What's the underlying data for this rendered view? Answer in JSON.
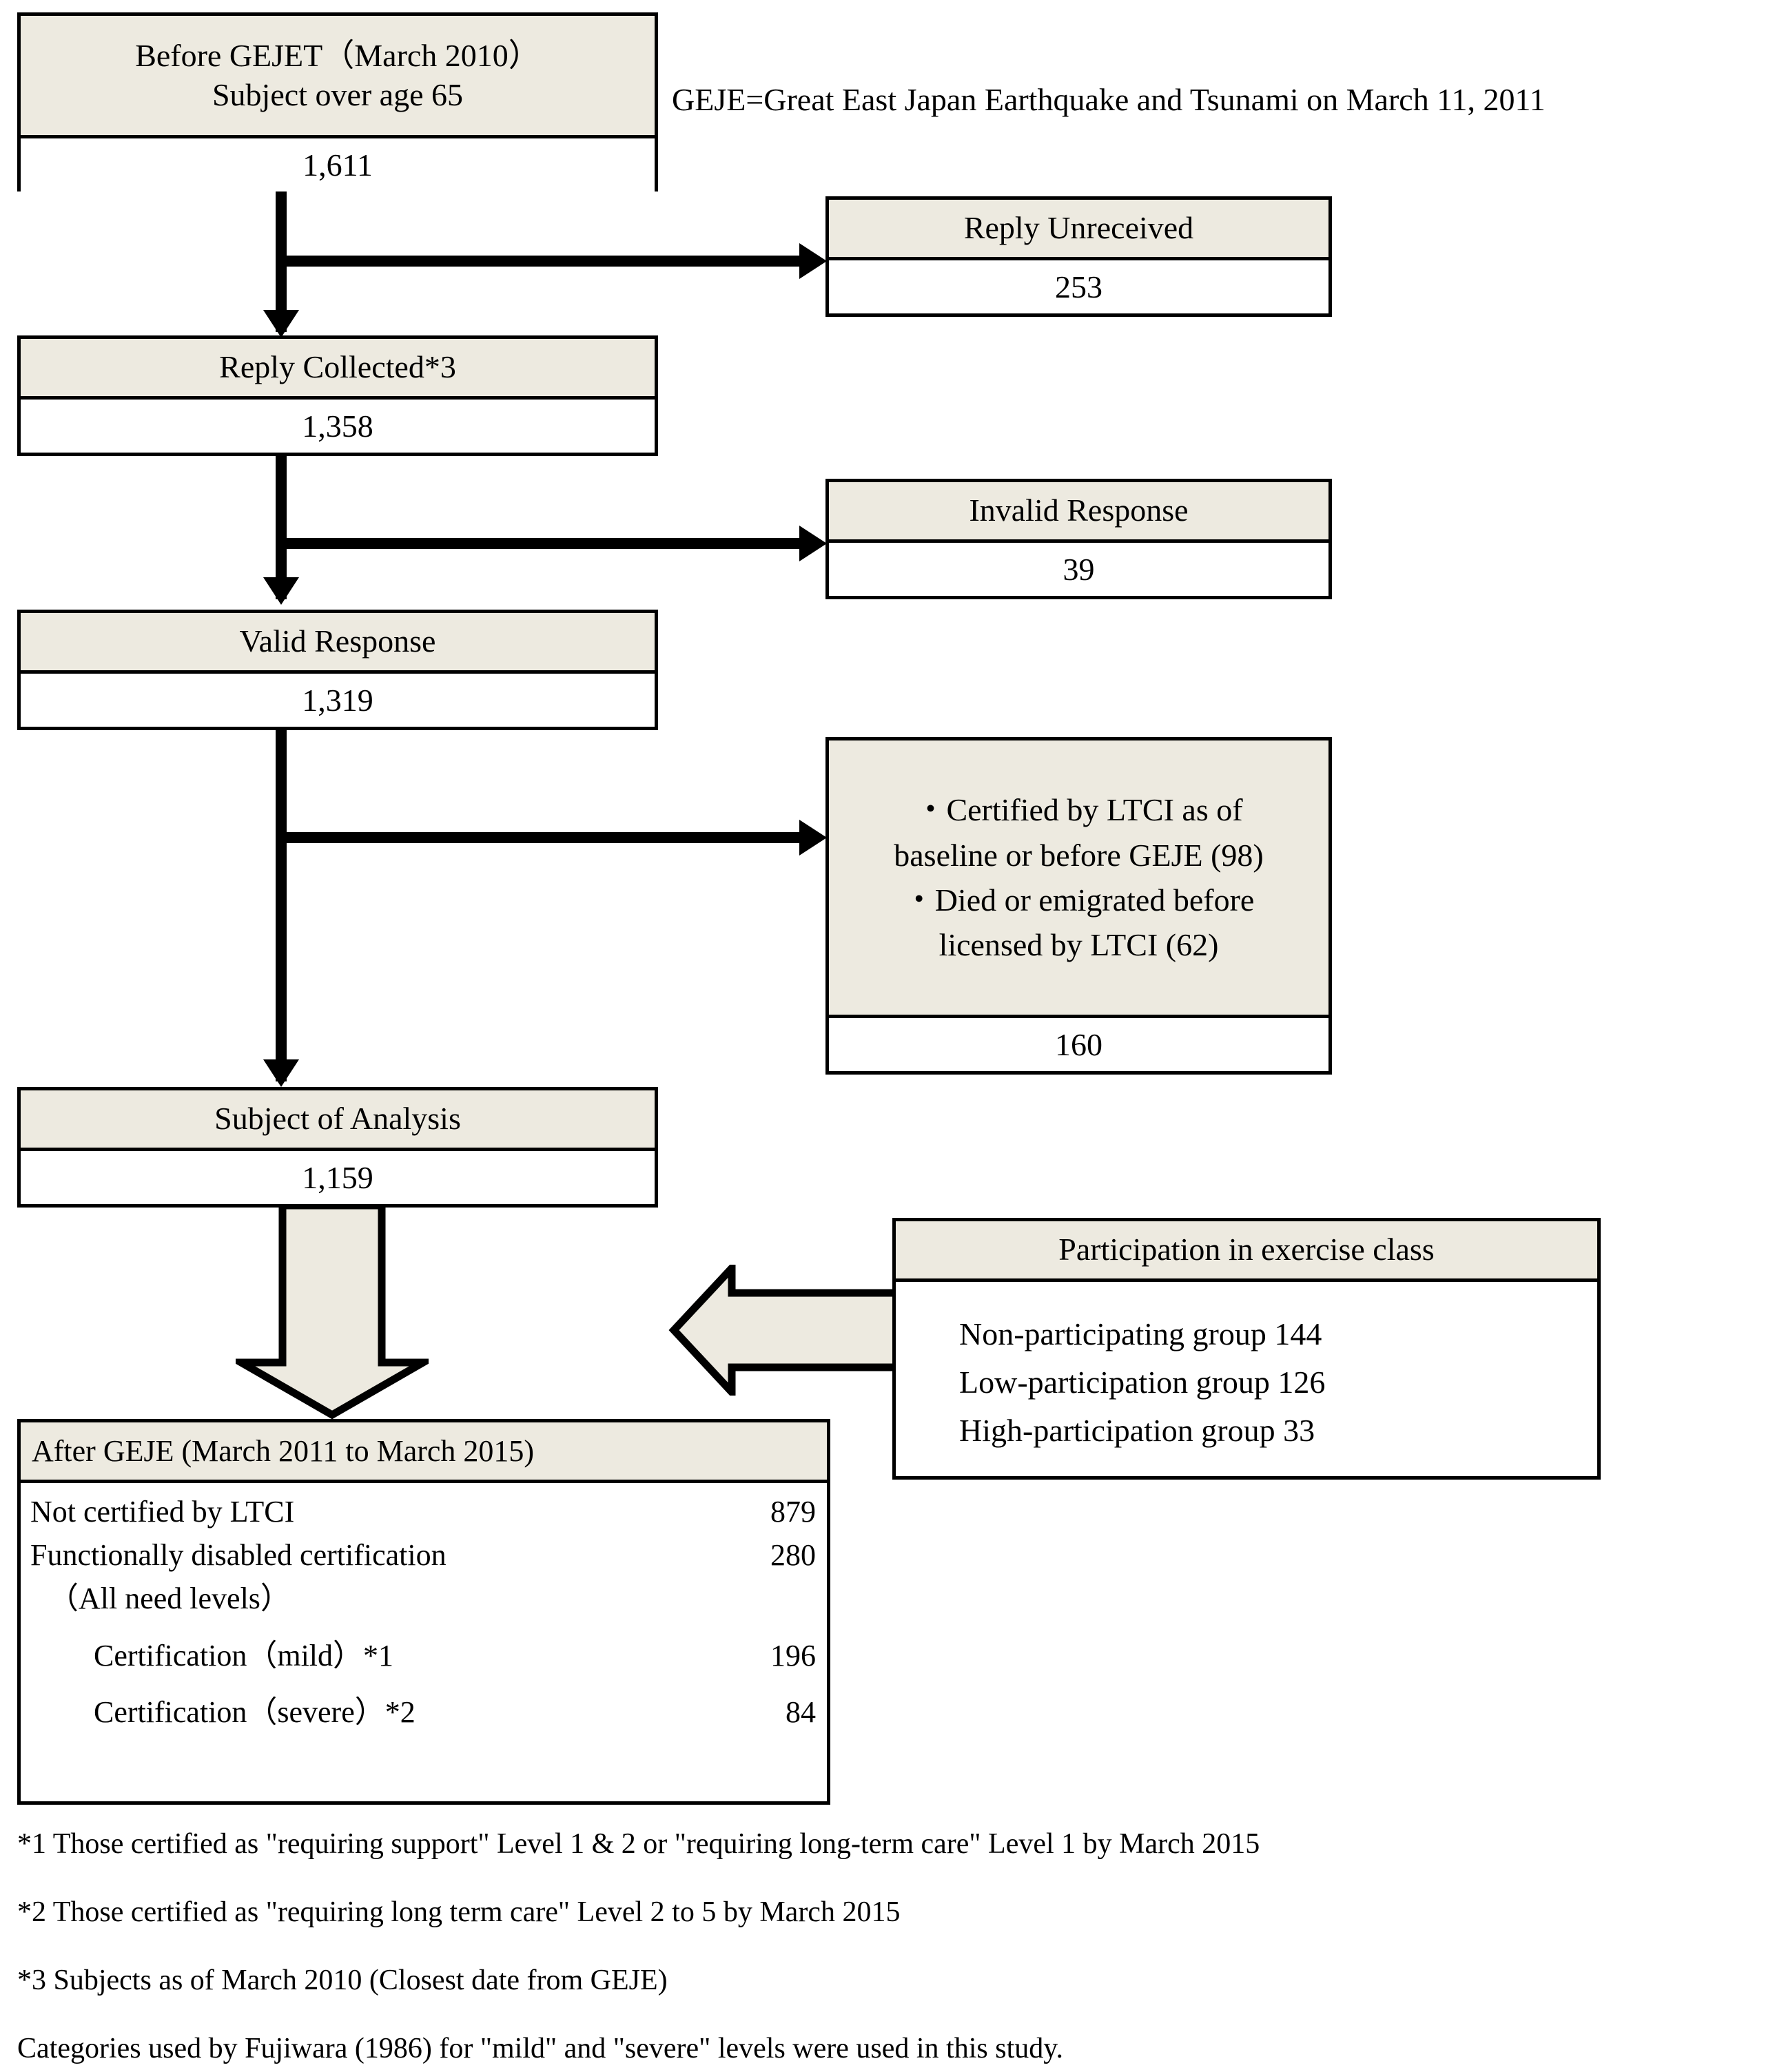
{
  "legend": {
    "geje_definition": "GEJE=Great East Japan Earthquake and Tsunami on March 11, 2011"
  },
  "flow": {
    "baseline": {
      "title_line1": "Before GEJET（March 2010）",
      "title_line2": "Subject over age 65",
      "value": "1,611"
    },
    "reply_unreceived": {
      "title": "Reply Unreceived",
      "value": "253"
    },
    "reply_collected": {
      "title": "Reply Collected*3",
      "value": "1,358"
    },
    "invalid_response": {
      "title": "Invalid Response",
      "value": "39"
    },
    "valid_response": {
      "title": "Valid Response",
      "value": "1,319"
    },
    "excluded": {
      "bullet1_line1": "・Certified by LTCI as of",
      "bullet1_line2": "baseline or before GEJE (98)",
      "bullet2_line1": "・Died or emigrated before",
      "bullet2_line2": "licensed by LTCI (62)",
      "value": "160"
    },
    "subject_of_analysis": {
      "title": "Subject of Analysis",
      "value": "1,159"
    }
  },
  "exercise_class": {
    "title": "Participation in exercise class",
    "groups": [
      "Non-participating group  144",
      "Low-participation group 126",
      "High-participation group 33"
    ]
  },
  "after_geje": {
    "title": "After GEJE (March 2011 to March 2015)",
    "rows": [
      {
        "label": "Not certified by LTCI",
        "value": "879",
        "indent": 0
      },
      {
        "label": "Functionally disabled certification",
        "value": "280",
        "indent": 0
      },
      {
        "label": "（All need  levels）",
        "value": "",
        "indent": 1
      },
      {
        "label": "Certification（mild）*1",
        "value": "196",
        "indent": 2
      },
      {
        "label": "Certification（severe）*2",
        "value": "84",
        "indent": 2
      }
    ]
  },
  "footnotes": [
    "*1 Those certified as \"requiring support\" Level 1 & 2 or \"requiring long-term care\" Level 1 by March 2015",
    "*2 Those certified as \"requiring long term care\" Level 2 to 5 by March 2015",
    "*3 Subjects as of March 2010 (Closest date from GEJE)",
    "Categories used by Fujiwara (1986) for \"mild\" and \"severe\" levels were used in this study."
  ],
  "colors": {
    "header_fill": "#EDEAE0",
    "stroke": "#000000",
    "body_fill": "#FFFFFF"
  }
}
